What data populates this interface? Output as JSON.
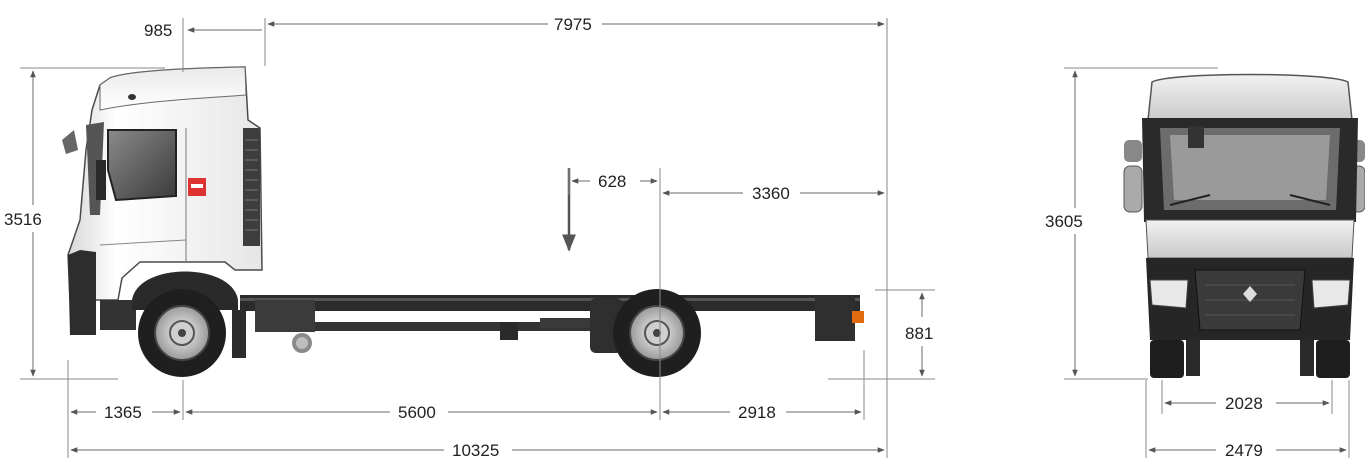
{
  "side_view": {
    "dims": {
      "front_overhang_cab": "985",
      "body_length": "7975",
      "cab_height": "3516",
      "load_point_offset": "628",
      "rear_to_axle": "3360",
      "frame_height": "881",
      "front_overhang": "1365",
      "wheelbase": "5600",
      "rear_overhang": "2918",
      "overall_length": "10325"
    }
  },
  "front_view": {
    "dims": {
      "overall_height": "3605",
      "track_width": "2028",
      "overall_width": "2479"
    }
  }
}
